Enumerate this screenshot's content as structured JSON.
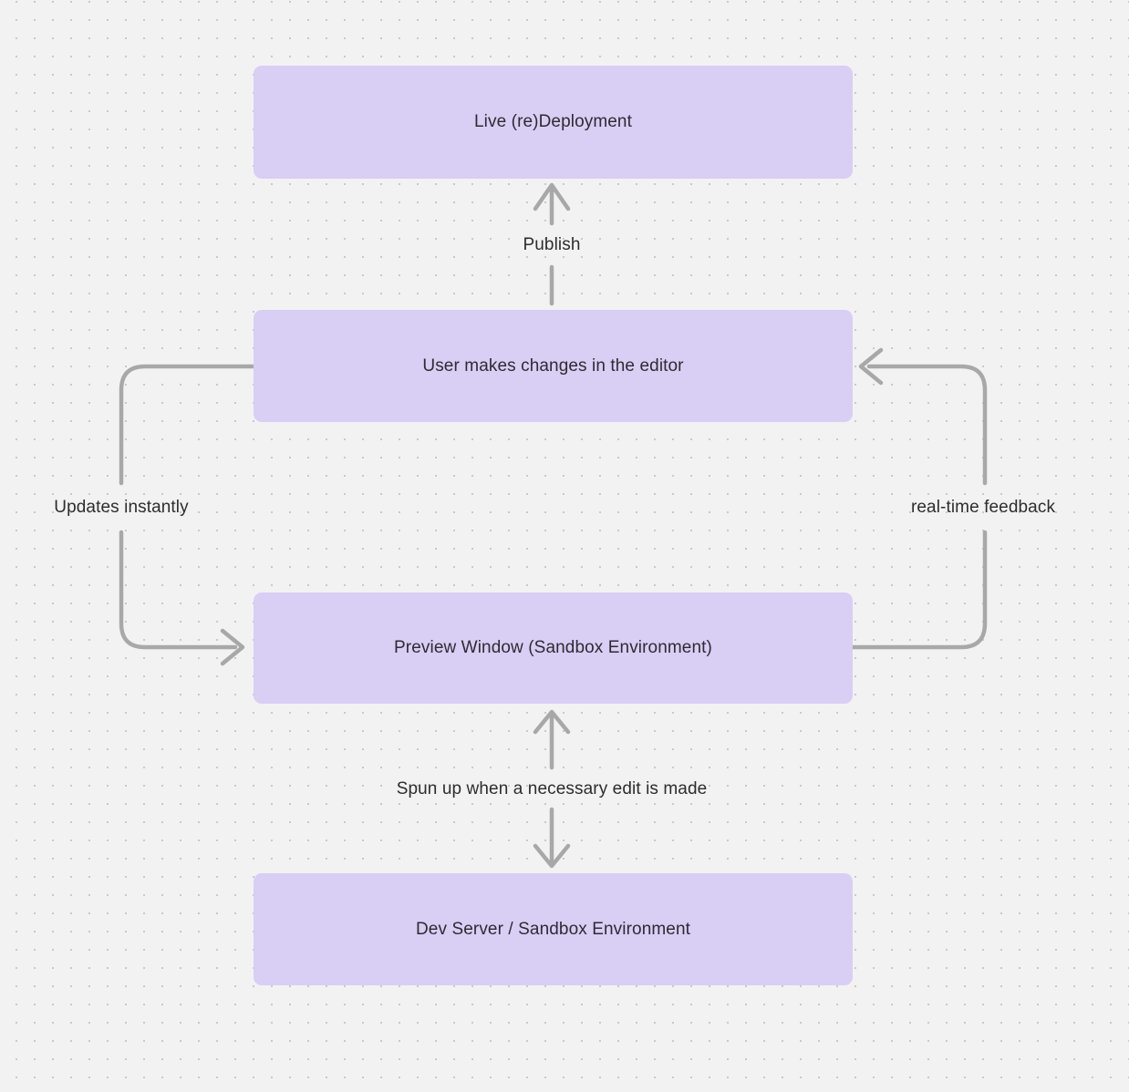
{
  "colors": {
    "background": "#f2f2f3",
    "dot": "#c9c9cb",
    "node_fill": "#d9cef4",
    "arrow": "#a8a8a8",
    "node_text": "#2e2b33",
    "label_text": "#2d2d2d"
  },
  "diagram": {
    "nodes": [
      {
        "id": "live-deployment",
        "label": "Live (re)Deployment"
      },
      {
        "id": "editor",
        "label": "User makes changes in the editor"
      },
      {
        "id": "preview",
        "label": "Preview Window (Sandbox Environment)"
      },
      {
        "id": "dev-server",
        "label": "Dev Server / Sandbox Environment"
      }
    ],
    "edges": [
      {
        "id": "publish",
        "from": "editor",
        "to": "live-deployment",
        "label": "Publish",
        "direction": "up"
      },
      {
        "id": "updates-instantly",
        "from": "editor",
        "to": "preview",
        "label": "Updates instantly",
        "direction": "left-side-down"
      },
      {
        "id": "real-time-feedback",
        "from": "preview",
        "to": "editor",
        "label": "real-time feedback",
        "direction": "right-side-up"
      },
      {
        "id": "spun-up",
        "from": "preview",
        "to": "dev-server",
        "label": "Spun up when a necessary edit is made",
        "direction": "bidirectional"
      }
    ]
  }
}
